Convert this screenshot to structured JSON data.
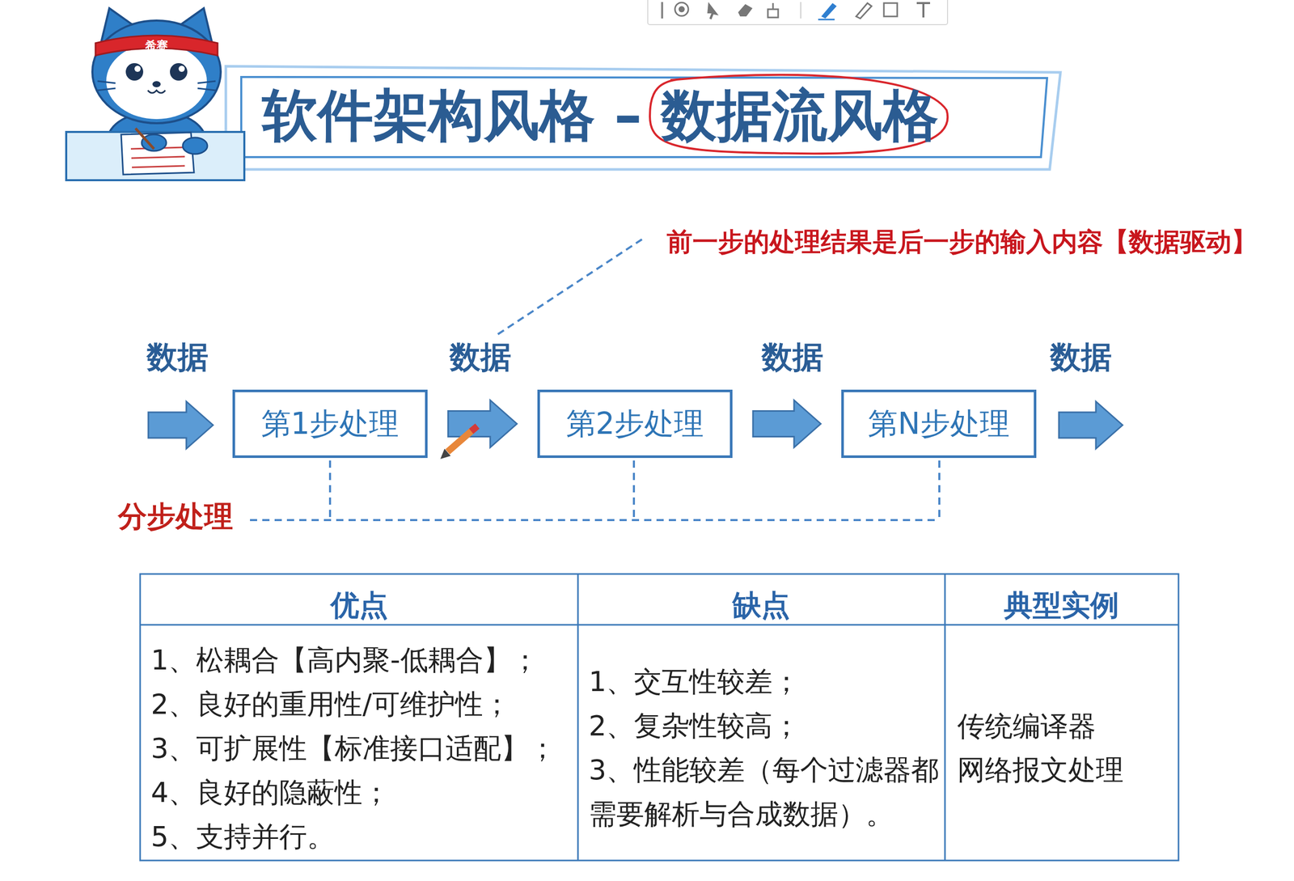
{
  "diagram": {
    "title": "软件架构风格 – 数据流风格",
    "nodes": [
      {
        "text": [
          "第1步处理"
        ]
      },
      {
        "text": [
          "第2步处理"
        ]
      },
      {
        "text": [
          "第N步处理"
        ]
      }
    ],
    "edges": [
      {
        "from": 0,
        "to": 1,
        "arrow": "to"
      },
      {
        "from": 1,
        "to": 2,
        "arrow": "to"
      }
    ],
    "labels": [
      "希赛",
      "前一步的处理结果是后一步的输入内容【数据驱动】",
      "数据",
      "数据",
      "数据",
      "数据",
      "分步处理",
      "优点",
      "缺点",
      "典型实例",
      "1、松耦合【高内聚-低耦合】；",
      "2、良好的重用性/可维护性；",
      "3、可扩展性【标准接口适配】；",
      "4、良好的隐蔽性；",
      "5、支持并行。",
      "1、交互性较差；",
      "2、复杂性较高；",
      "3、性能较差（每个过滤器都需要解析与合成数据）。",
      "传统编译器",
      "网络报文处理"
    ]
  }
}
